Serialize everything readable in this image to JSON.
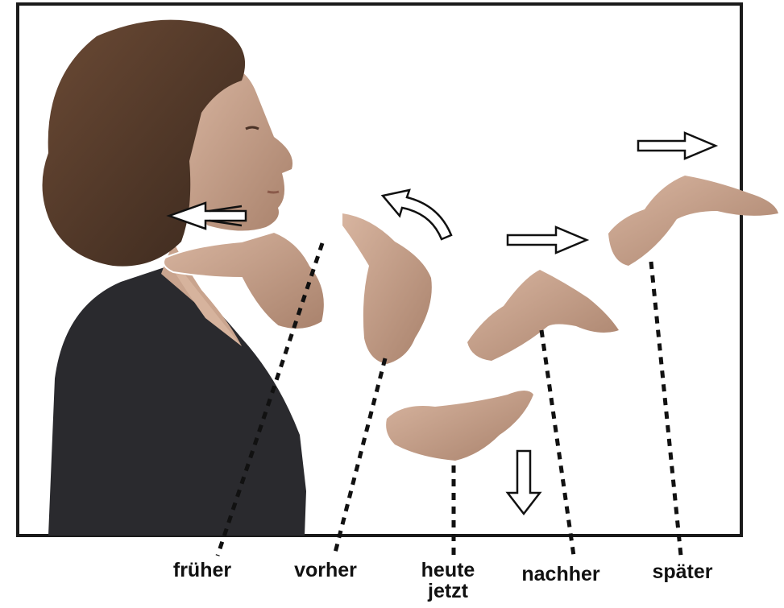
{
  "labels": [
    {
      "id": "frueher",
      "lines": [
        "früher"
      ]
    },
    {
      "id": "vorher",
      "lines": [
        "vorher"
      ]
    },
    {
      "id": "heute",
      "lines": [
        "heute",
        "jetzt"
      ]
    },
    {
      "id": "nachher",
      "lines": [
        "nachher"
      ]
    },
    {
      "id": "spaeter",
      "lines": [
        "später"
      ]
    }
  ],
  "colors": {
    "frame": "#1a1a1a",
    "skin": "#c9a48e",
    "skin_shadow": "#a8816b",
    "hair": "#5a3f2e",
    "shirt": "#2a2a2e",
    "guide_line": "#111111",
    "arrow_outline": "#111111"
  }
}
